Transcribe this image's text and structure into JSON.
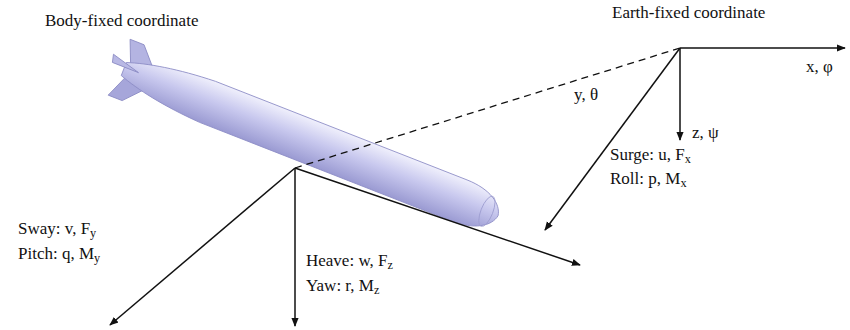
{
  "diagram": {
    "labels": [
      "Body-fixed coordinate",
      "Earth-fixed coordinate",
      "x, φ",
      "y, θ",
      "z, ψ",
      "Surge: u, Fx",
      "Roll: p, Mx",
      "Sway: v, Fy",
      "Pitch: q, My",
      "Heave: w, Fz",
      "Yaw: r, Mz"
    ]
  }
}
